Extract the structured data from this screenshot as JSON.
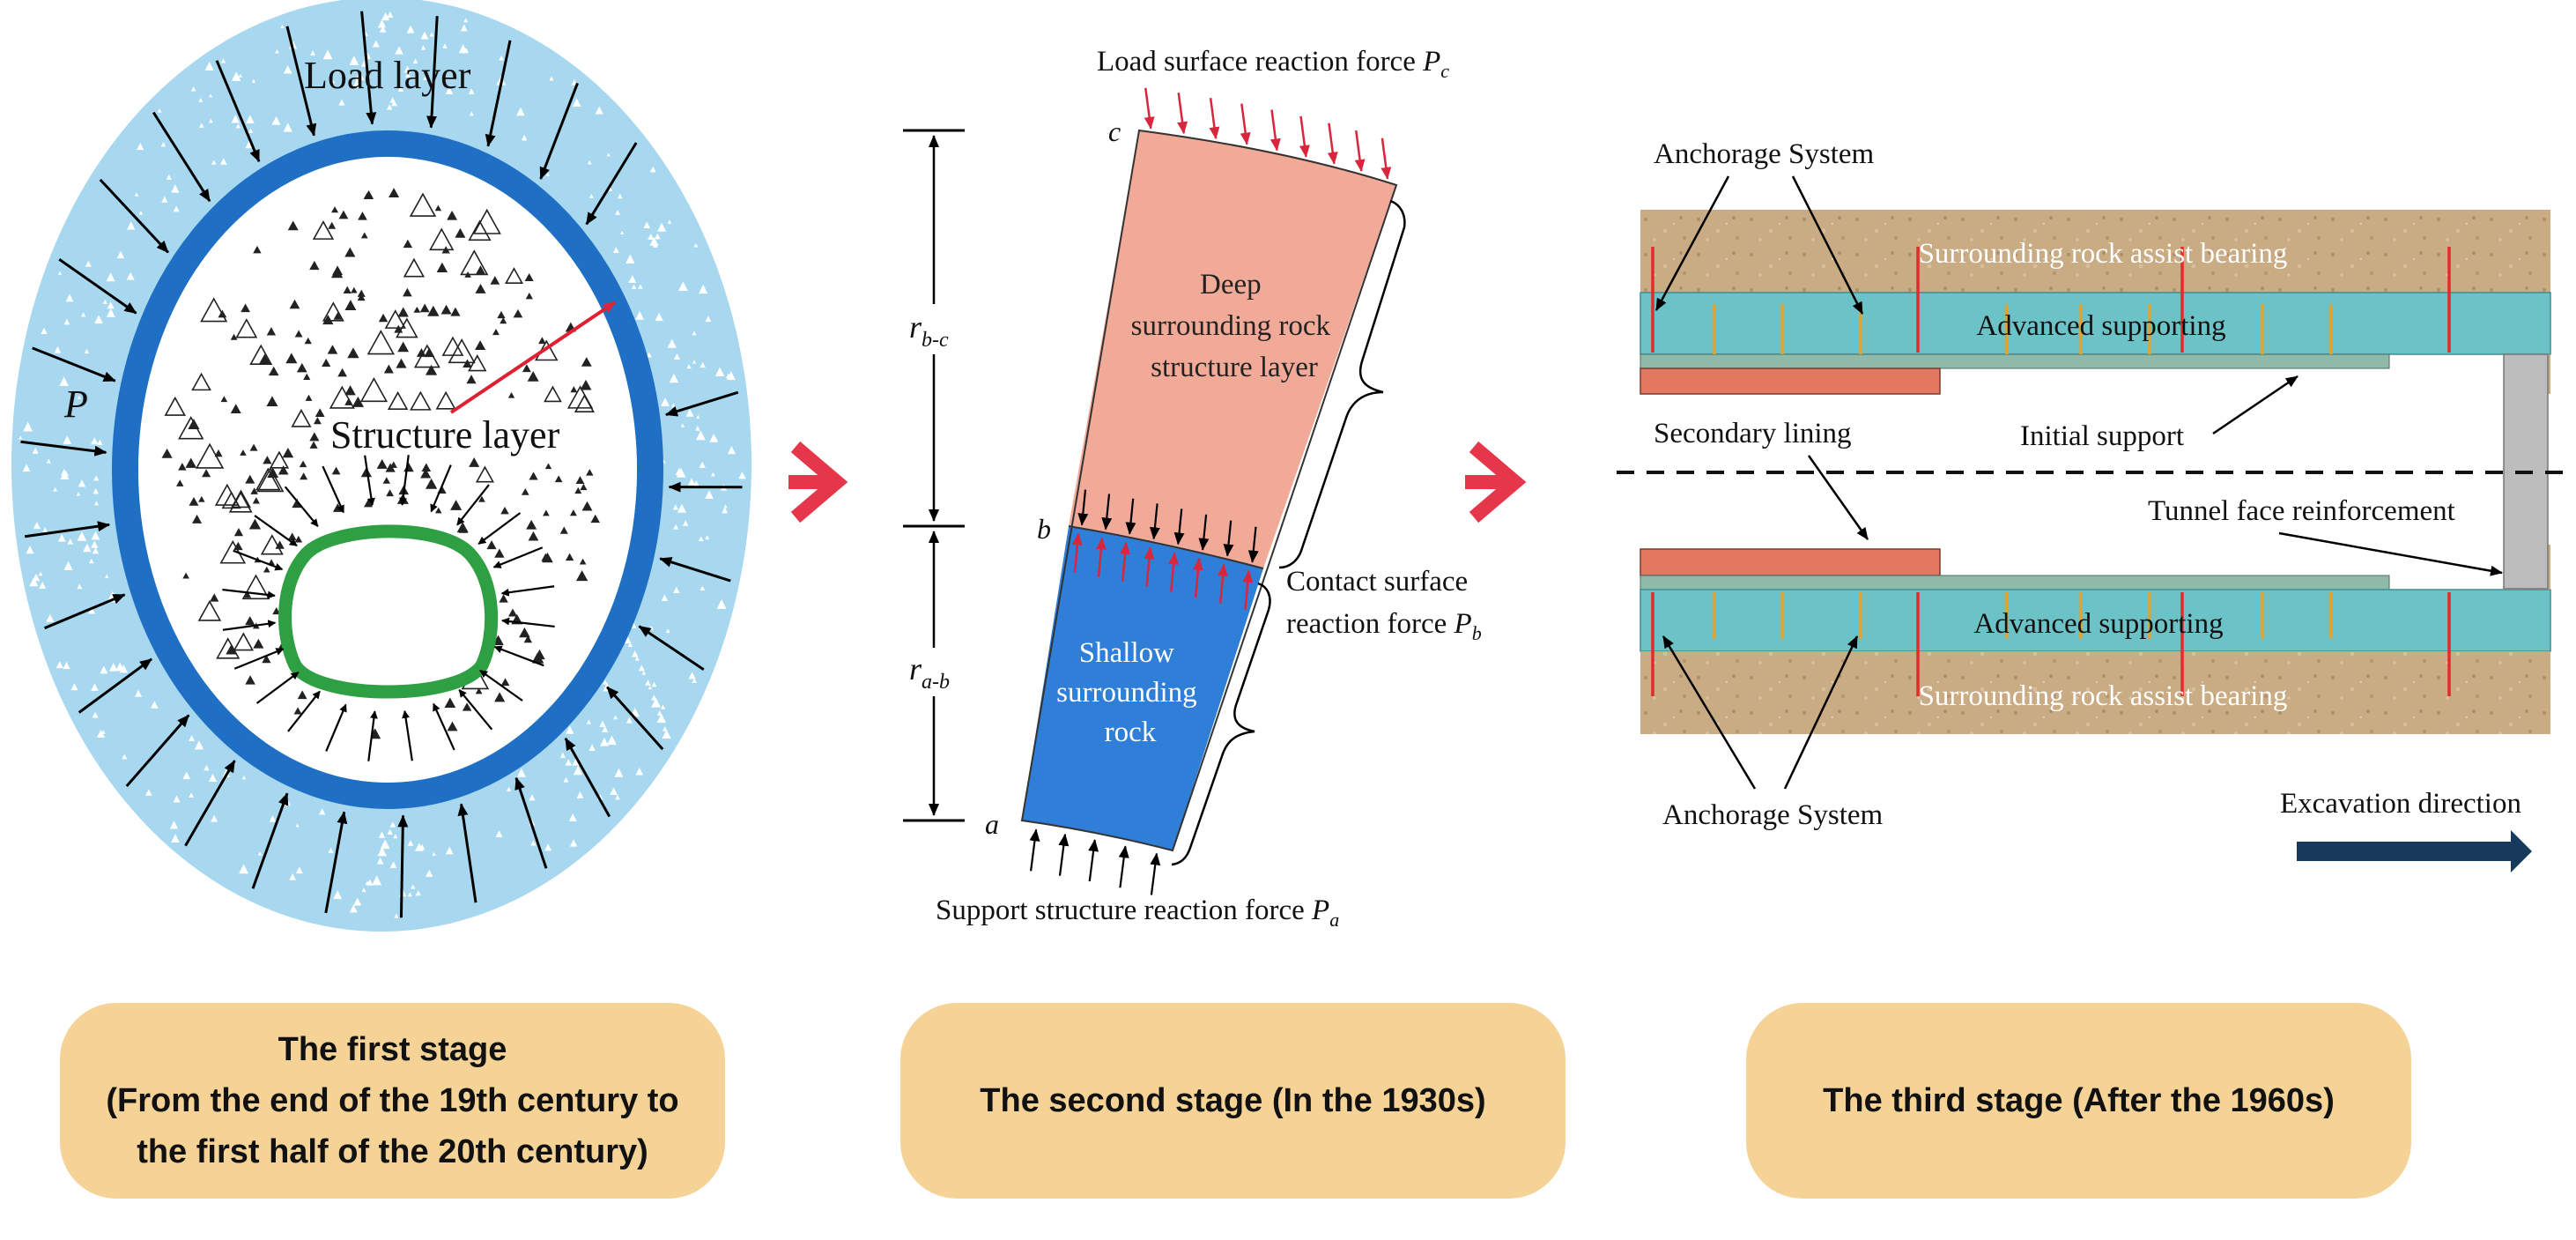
{
  "stage1": {
    "load_layer_label": "Load layer",
    "structure_layer_label": "Structure layer",
    "pressure_label": "P"
  },
  "stage2": {
    "load_surface_label": "Load surface reaction force ",
    "load_surface_symbol": "P",
    "load_surface_sub": "c",
    "deep_layer_lines": [
      "Deep",
      "surrounding rock",
      "structure layer"
    ],
    "shallow_lines": [
      "Shallow",
      "surrounding",
      "rock"
    ],
    "contact_line1": "Contact surface",
    "contact_line2": "reaction force ",
    "contact_symbol": "P",
    "contact_sub": "b",
    "support_label": "Support structure reaction force ",
    "support_symbol": "P",
    "support_sub": "a",
    "point_a": "a",
    "point_b": "b",
    "point_c": "c",
    "r_symbol": "r",
    "r_bc_sub": "b-c",
    "r_ab_sub": "a-b"
  },
  "stage3": {
    "anchorage_top": "Anchorage System",
    "anchorage_bottom": "Anchorage System",
    "rock_top": "Surrounding rock assist bearing",
    "rock_bottom": "Surrounding rock assist bearing",
    "advanced_top": "Advanced supporting",
    "advanced_bottom": "Advanced supporting",
    "secondary_lining": "Secondary lining",
    "initial_support": "Initial support",
    "tunnel_face": "Tunnel face reinforcement",
    "excavation": "Excavation direction"
  },
  "stages": [
    {
      "lines": [
        "The first stage",
        "(From the end of the 19th century to",
        "the first half of the 20th century)"
      ]
    },
    {
      "lines": [
        "The second stage (In the 1930s)"
      ]
    },
    {
      "lines": [
        "The third stage (After the 1960s)"
      ]
    }
  ],
  "colors": {
    "load_layer": "#a7d8ef",
    "structure_ring": "#1f6fc4",
    "lining": "#2ea043",
    "deep_layer": "#f2aa98",
    "shallow_layer": "#2f7fd9",
    "arrow_red": "#e6374a",
    "rock": "#c9ab84",
    "advanced": "#6cc3c7",
    "secondary": "#e27860",
    "face": "#bcbcbc",
    "excavation_arrow": "#173a5c",
    "stage_box": "#f5d296"
  }
}
